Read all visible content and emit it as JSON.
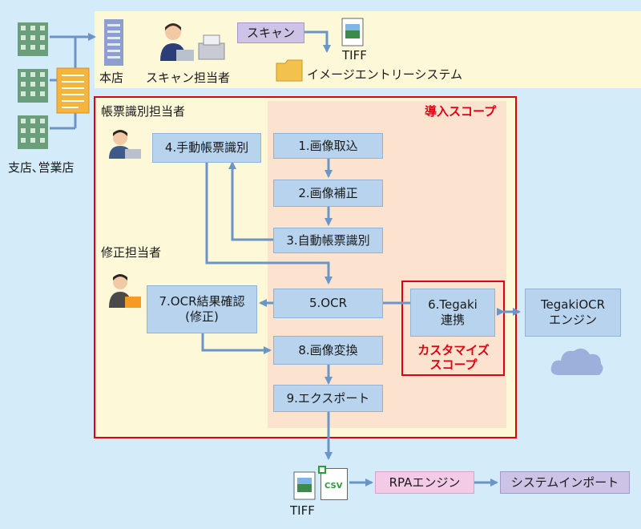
{
  "labels": {
    "honten": "本店",
    "scan_tantou": "スキャン担当者",
    "shiten": "支店､営業店",
    "tiff_top": "TIFF",
    "image_entry": "イメージエントリーシステム",
    "chouhyou_tantou": "帳票識別担当者",
    "shusei_tantou": "修正担当者",
    "scope": "導入スコープ",
    "custom_scope_1": "カスタマイズ",
    "custom_scope_2": "スコープ",
    "tiff_bottom": "TIFF",
    "csv": "CSV"
  },
  "boxes": {
    "scan": "スキャン",
    "step1": "1.画像取込",
    "step2": "2.画像補正",
    "step3": "3.自動帳票識別",
    "step4": "4.手動帳票識別",
    "step5": "5.OCR",
    "step6_1": "6.Tegaki",
    "step6_2": "連携",
    "step7_1": "7.OCR結果確認",
    "step7_2": "(修正)",
    "step8": "8.画像変換",
    "step9": "9.エクスポート",
    "engine_1": "TegakiOCR",
    "engine_2": "エンジン",
    "rpa": "RPAエンジン",
    "import": "システムインポート"
  },
  "colors": {
    "background": "#d4ecf9",
    "top_panel": "#fdf8d8",
    "scope_border": "#e00012",
    "scope_panel": "#fbe3cf",
    "step_box": "#b7d3ee",
    "arrow": "#6a95c6"
  }
}
